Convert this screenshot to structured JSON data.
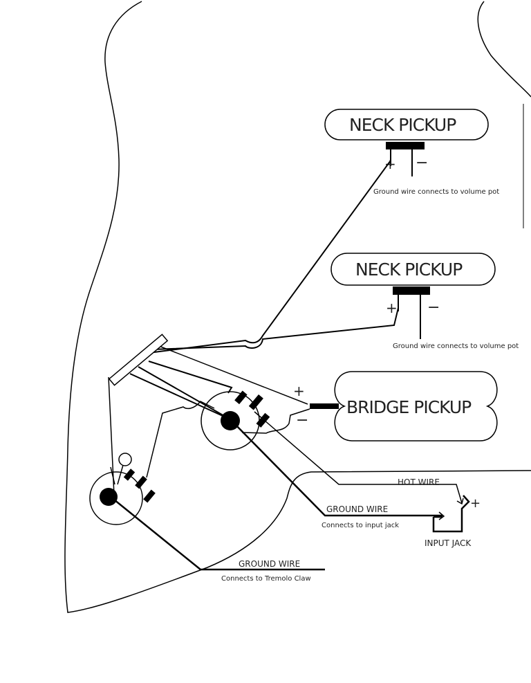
{
  "pickups": {
    "neck1": {
      "label": "NECK PICKUP",
      "plus": "+",
      "minus": "−",
      "note": "Ground wire connects to volume pot"
    },
    "neck2": {
      "label": "NECK PICKUP",
      "plus": "+",
      "minus": "−",
      "note": "Ground wire connects to volume pot"
    },
    "bridge": {
      "label": "BRIDGE PICKUP",
      "plus": "+",
      "minus": "−"
    }
  },
  "wires": {
    "hot": {
      "label": "HOT WIRE"
    },
    "ground_jack": {
      "label": "GROUND WIRE",
      "note": "Connects to input jack"
    },
    "ground_claw": {
      "label": "GROUND WIRE",
      "note": "Connects to Tremolo Claw"
    }
  },
  "jack": {
    "label": "INPUT JACK",
    "plus": "+"
  }
}
